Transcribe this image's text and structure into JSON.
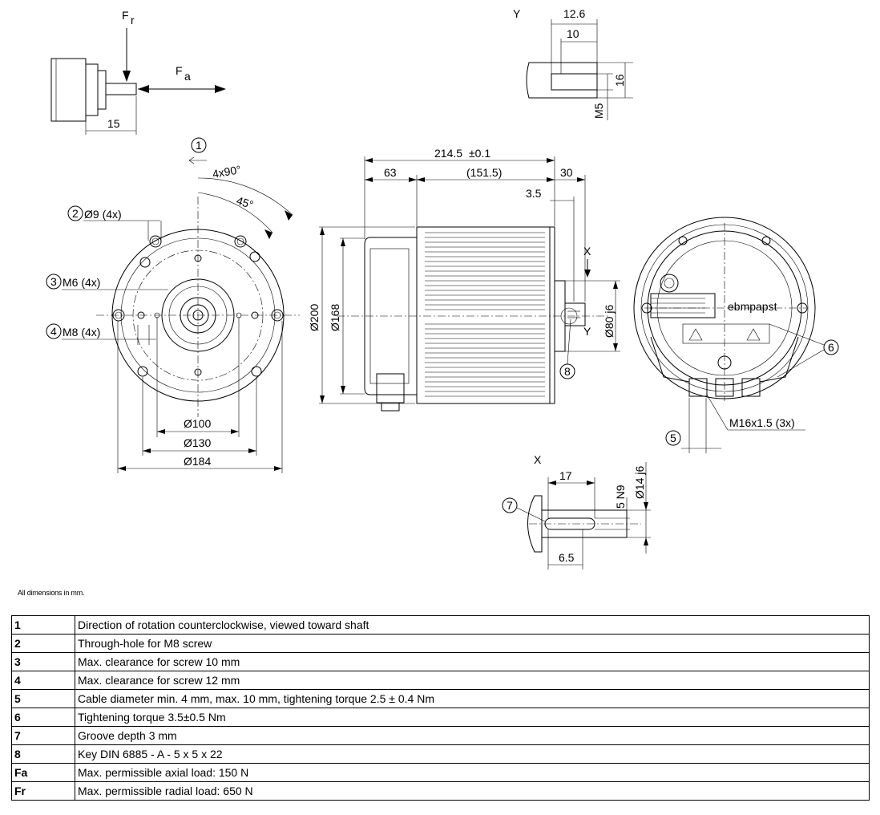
{
  "top_left": {
    "fr": "F",
    "fr_sub": "r",
    "fa": "F",
    "fa_sub": "a",
    "shaft_len": "15"
  },
  "detail_y": {
    "label": "Y",
    "dim_outer": "12.6",
    "dim_inner": "10",
    "dim_depth": "16",
    "thread": "M5"
  },
  "front_view": {
    "callout_1": "1",
    "rotation_angle": "4x90°",
    "angle_45": "45°",
    "callout_2": "2",
    "label_2": "Ø9 (4x)",
    "callout_3": "3",
    "label_3": "M6 (4x)",
    "callout_4": "4",
    "label_4": "M8 (4x)",
    "d100": "Ø100",
    "d130": "Ø130",
    "d184": "Ø184"
  },
  "side_view": {
    "total_len": "214.5",
    "total_tol": "±0.1",
    "len_63": "63",
    "len_151": "(151.5)",
    "len_30": "30",
    "len_3_5": "3.5",
    "d200": "Ø200",
    "d168": "Ø168",
    "d80": "Ø80 j6",
    "view_x": "X",
    "view_y": "Y",
    "callout_8": "8"
  },
  "rear_view": {
    "brand": "ebmpapst",
    "callout_6": "6",
    "callout_5": "5",
    "cable_gland": "M16x1.5 (3x)"
  },
  "detail_x": {
    "label": "X",
    "len_17": "17",
    "key_width": "5 N9",
    "shaft_d": "Ø14 j6",
    "len_6_5": "6.5",
    "callout_7": "7"
  },
  "note": "All dimensions in mm.",
  "legend": [
    {
      "key": "1",
      "text": "Direction of rotation counterclockwise, viewed toward shaft"
    },
    {
      "key": "2",
      "text": "Through-hole for M8 screw"
    },
    {
      "key": "3",
      "text": "Max. clearance for screw 10 mm"
    },
    {
      "key": "4",
      "text": "Max. clearance for screw 12 mm"
    },
    {
      "key": "5",
      "text": "Cable diameter min. 4 mm, max. 10 mm, tightening torque 2.5 ± 0.4 Nm"
    },
    {
      "key": "6",
      "text": "Tightening torque 3.5±0.5 Nm"
    },
    {
      "key": "7",
      "text": "Groove depth 3 mm"
    },
    {
      "key": "8",
      "text": "Key DIN 6885 - A - 5 x 5 x 22"
    },
    {
      "key": "Fa",
      "text": "Max. permissible axial load: 150 N"
    },
    {
      "key": "Fr",
      "text": "Max. permissible radial load: 650 N"
    }
  ]
}
